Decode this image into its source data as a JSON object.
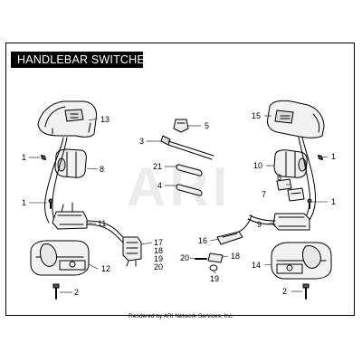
{
  "title": "HANDLEBAR SWITCHES",
  "watermark": "ARI",
  "footer": "Rendered by ARI Network Services, Inc.",
  "callouts": {
    "c1a": "1",
    "c1b": "1",
    "c1c": "1",
    "c1d": "1",
    "c2a": "2",
    "c2b": "2",
    "c3": "3",
    "c4": "4",
    "c5": "5",
    "c6": "6",
    "c7": "7",
    "c8": "8",
    "c9": "9",
    "c10": "10",
    "c11": "11",
    "c12": "12",
    "c13": "13",
    "c14": "14",
    "c15": "15",
    "c16": "16",
    "c17": "17",
    "c18a": "18",
    "c18b": "18",
    "c19a": "19",
    "c19b": "19",
    "c20a": "20",
    "c20b": "20",
    "c21": "21"
  }
}
